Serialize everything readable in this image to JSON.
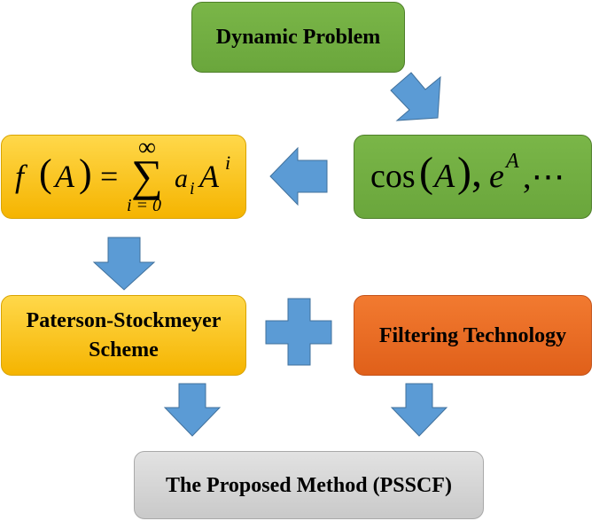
{
  "nodes": {
    "dynamic_problem": "Dynamic Problem",
    "paterson_stockmeyer": "Paterson-Stockmeyer Scheme",
    "filtering_technology": "Filtering Technology",
    "proposed_method": "The Proposed Method (PSSCF)"
  },
  "formulas": {
    "series": {
      "f": "f",
      "lparen": "(",
      "arg": "A",
      "rparen": ")",
      "equals": "=",
      "sigma": "∑",
      "upper": "∞",
      "lower": "i = 0",
      "coef": "a",
      "coef_sub": "i",
      "base": "A",
      "exp": "i"
    },
    "functions": {
      "cos": "cos",
      "lparen": "(",
      "arg": "A",
      "rparen": "),",
      "e": "e",
      "e_exp": "A",
      "rest": ",⋯"
    }
  },
  "colors": {
    "green": "#6aa63c",
    "yellow": "#f5b400",
    "orange": "#e0601a",
    "gray": "#c9c9c9",
    "arrow": "#5b9bd5"
  }
}
